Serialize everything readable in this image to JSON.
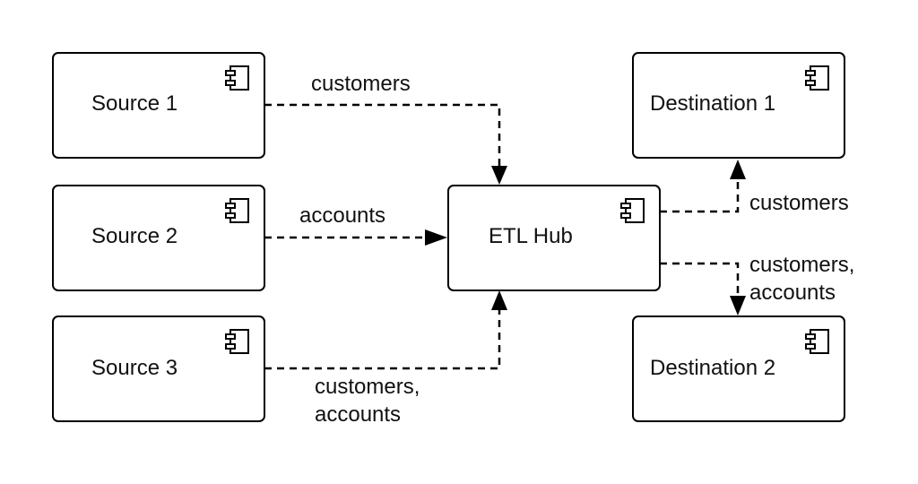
{
  "nodes": {
    "source1": {
      "label": "Source 1",
      "icon": "component-icon"
    },
    "source2": {
      "label": "Source 2",
      "icon": "component-icon"
    },
    "source3": {
      "label": "Source 3",
      "icon": "component-icon"
    },
    "etl_hub": {
      "label": "ETL Hub",
      "icon": "component-icon"
    },
    "destination1": {
      "label": "Destination 1",
      "icon": "component-icon"
    },
    "destination2": {
      "label": "Destination 2",
      "icon": "component-icon"
    }
  },
  "edges": [
    {
      "from": "Source 1",
      "to": "ETL Hub",
      "label": "customers",
      "style": "dashed"
    },
    {
      "from": "Source 2",
      "to": "ETL Hub",
      "label": "accounts",
      "style": "dashed"
    },
    {
      "from": "Source 3",
      "to": "ETL Hub",
      "label_lines": [
        "customers,",
        "accounts"
      ],
      "style": "dashed"
    },
    {
      "from": "ETL Hub",
      "to": "Destination 1",
      "label": "customers",
      "style": "dashed"
    },
    {
      "from": "ETL Hub",
      "to": "Destination 2",
      "label_lines": [
        "customers,",
        "accounts"
      ],
      "style": "dashed"
    }
  ]
}
